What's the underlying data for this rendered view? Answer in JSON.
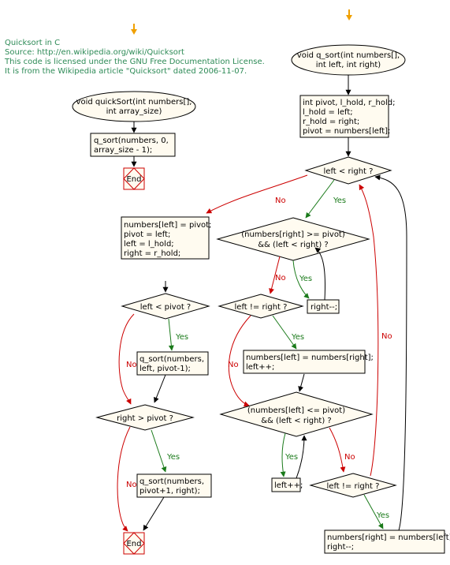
{
  "colors": {
    "box_fill": "#fffbf0",
    "yes": "#1a7a1a",
    "no": "#cc0000",
    "header": "#2e8b57",
    "start_arrow": "#f0a000"
  },
  "header": {
    "line1": "Quicksort in C",
    "line2": "Source: http://en.wikipedia.org/wiki/Quicksort",
    "line3": "This code is licensed under the GNU Free Documentation License.",
    "line4": "It is from the Wikipedia article \"Quicksort\" dated 2006-11-07."
  },
  "left_flow": {
    "start_line1": "void quickSort(int numbers[],",
    "start_line2": "int array_size)",
    "call_line1": "q_sort(numbers, 0,",
    "call_line2": "array_size - 1);",
    "end_label": "End"
  },
  "main_flow": {
    "start_line1": "void q_sort(int numbers[],",
    "start_line2": "int left, int right)",
    "init_line1": "int pivot, l_hold, r_hold;",
    "init_line2": "l_hold = left;",
    "init_line3": "r_hold = right;",
    "init_line4": "pivot = numbers[left];",
    "loop_cond": "left < right ?",
    "inner1_line1": "(numbers[right] >= pivot)",
    "inner1_line2": "&& (left < right) ?",
    "dec_right": "right--;",
    "cond_neq1": "left != right ?",
    "assign1_line1": "numbers[left] = numbers[right];",
    "assign1_line2": "left++;",
    "inner2_line1": "(numbers[left] <= pivot)",
    "inner2_line2": "&& (left < right) ?",
    "inc_left": "left++;",
    "cond_neq2": "left != right ?",
    "assign2_line1": "numbers[right] = numbers[left];",
    "assign2_line2": "right--;",
    "finish_line1": "numbers[left] = pivot;",
    "finish_line2": "pivot = left;",
    "finish_line3": "left = l_hold;",
    "finish_line4": "right = r_hold;",
    "cond_left_pivot": "left < pivot ?",
    "rec1_line1": "q_sort(numbers,",
    "rec1_line2": "left, pivot-1);",
    "cond_right_pivot": "right > pivot ?",
    "rec2_line1": "q_sort(numbers,",
    "rec2_line2": "pivot+1, right);",
    "end_label": "End"
  },
  "edge_labels": {
    "yes": "Yes",
    "no": "No"
  }
}
